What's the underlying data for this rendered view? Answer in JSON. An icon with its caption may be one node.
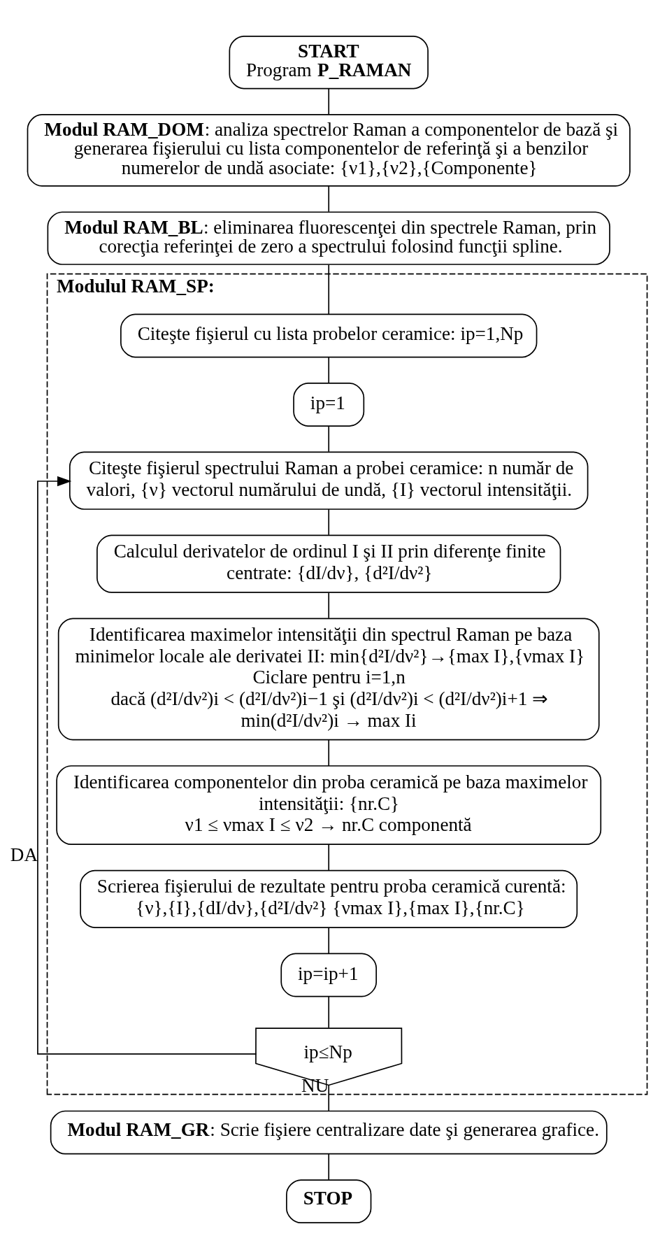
{
  "diagram": {
    "nodes": [
      {
        "text": [
          "START",
          "Program **P_RAMAN**"
        ]
      },
      {
        "text": [
          "**Modul RAM_DOM**: analiza spectrelor Raman a componentelor de bază şi generarea fişierului cu lista componentelor de referinţă şi a benzilor numerelor de undă asociate: {ν1},{ν2},{Componente}"
        ]
      },
      {
        "text": [
          "**Modul RAM_BL**: eliminarea fluorescenţei din spectrele Raman, prin corecţia referinţei de zero a spectrului folosind funcţii spline."
        ]
      },
      {
        "text": [
          "Modulul RAM_SP:"
        ]
      },
      {
        "text": [
          "Citeşte fişierul cu lista probelor ceramice: ip=1,Np"
        ],
        "in": 3
      },
      {
        "text": [
          "ip=1"
        ],
        "in": 3
      },
      {
        "text": [
          "Citeşte fişierul spectrului Raman a probei ceramice: n număr de valori, {ν} vectorul numărului de undă, {I} vectorul intensităţii."
        ],
        "in": 3
      },
      {
        "text": [
          "Calculul derivatelor de ordinul I şi II prin diferenţe finite centrate: {dI/dν}, {d²I/dν²}"
        ],
        "in": 3
      },
      {
        "text": [
          "Identificarea maximelor intensităţii din spectrul Raman pe baza minimelor locale ale derivatei II: min{d²I/dν²}→{max I},{νmax I}",
          "Ciclare pentru i=1,n",
          "dacă (d²I/dν²)i < (d²I/dν²)i−1 şi (d²I/dν²)i < (d²I/dν²)i+1 ⇒ min(d²I/dν²)i → max Ii"
        ],
        "in": 3
      },
      {
        "text": [
          "Identificarea componentelor din proba ceramică pe baza maximelor intensităţii: {nr.C}",
          "ν1 ≤ νmax I ≤ ν2 → nr.C componentă"
        ],
        "in": 3
      },
      {
        "text": [
          "Scrierea fişierului de rezultate pentru proba ceramică curentă:",
          "{ν},{I},{dI/dν},{d²I/dν²} {νmax I},{max I},{nr.C}"
        ],
        "in": 3
      },
      {
        "text": [
          "ip=ip+1"
        ],
        "in": 3
      },
      {
        "text": [
          "ip≤Np"
        ],
        "in": 3
      },
      {
        "text": [
          "**Modul RAM_GR**: Scrie fişiere centralizare date şi generarea grafice."
        ]
      },
      {
        "text": [
          "STOP"
        ]
      }
    ],
    "edges": [
      {
        "from": 0,
        "to": 1,
        "arrow": "none"
      },
      {
        "from": 1,
        "to": 2,
        "arrow": "none"
      },
      {
        "from": 2,
        "to": 4,
        "arrow": "none"
      },
      {
        "from": 4,
        "to": 5,
        "arrow": "none"
      },
      {
        "from": 5,
        "to": 6,
        "arrow": "none"
      },
      {
        "from": 6,
        "to": 7,
        "arrow": "none"
      },
      {
        "from": 7,
        "to": 8,
        "arrow": "none"
      },
      {
        "from": 8,
        "to": 9,
        "arrow": "none"
      },
      {
        "from": 9,
        "to": 10,
        "arrow": "none"
      },
      {
        "from": 10,
        "to": 11,
        "arrow": "none"
      },
      {
        "from": 11,
        "to": 12,
        "arrow": "none"
      },
      {
        "from": 12,
        "to": 6,
        "arrow": "to",
        "label": "DA"
      },
      {
        "from": 12,
        "to": 13,
        "arrow": "none",
        "label": "NU"
      },
      {
        "from": 13,
        "to": 14,
        "arrow": "none"
      }
    ]
  }
}
